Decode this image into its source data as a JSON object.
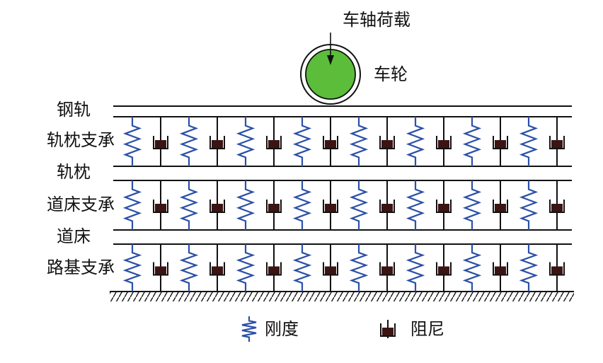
{
  "title_load": "车轴荷载",
  "wheel_label": "车轮",
  "layers": {
    "rail": "钢轨",
    "rail_sleeper_support": "轨枕支承",
    "sleeper": "轨枕",
    "ballast_support": "道床支承",
    "ballast": "道床",
    "subgrade_support": "路基支承"
  },
  "legend": {
    "stiffness": "刚度",
    "damping": "阻尼"
  },
  "colors": {
    "spring": "#2b50a8",
    "damper_body": "#3c1414",
    "wheel_fill": "#5bbd3a",
    "line": "#111111"
  }
}
